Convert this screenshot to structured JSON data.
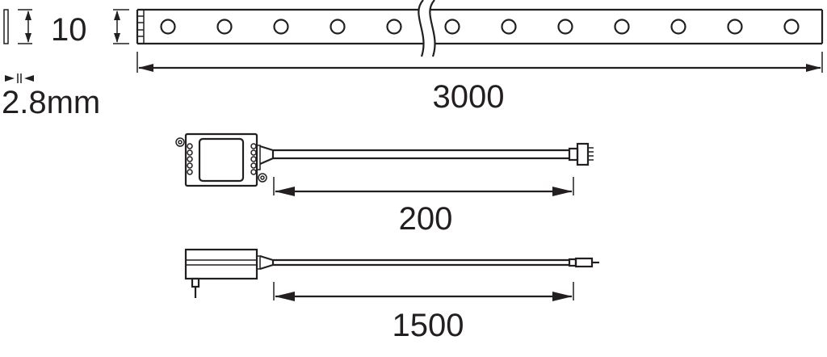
{
  "strip": {
    "thickness_label": "2.8mm",
    "width_label": "10",
    "length_label": "3000",
    "led_count_visible": 12
  },
  "controller": {
    "cable_length_label": "200"
  },
  "power_adapter": {
    "cable_length_label": "1500"
  },
  "colors": {
    "line": "#231f20",
    "background": "#ffffff"
  }
}
